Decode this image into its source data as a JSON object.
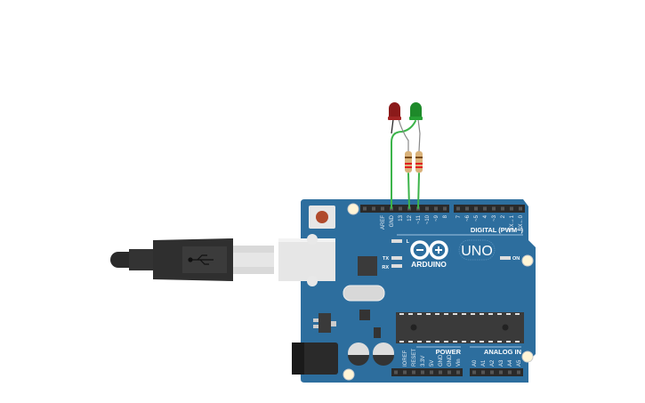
{
  "board": {
    "name": "Arduino Uno",
    "logo_text": "ARDUINO",
    "model_text": "UNO",
    "digital_section": "DIGITAL (PWM~)",
    "power_section": "POWER",
    "analog_section": "ANALOG IN",
    "led_labels": {
      "l": "L",
      "tx": "TX",
      "rx": "RX",
      "on": "ON"
    },
    "digital_pins_left": [
      "AREF",
      "GND",
      "13",
      "12",
      "~11",
      "~10",
      "~9",
      "8"
    ],
    "digital_pins_right": [
      "7",
      "~6",
      "~5",
      "4",
      "~3",
      "2",
      "TX→1",
      "RX←0"
    ],
    "power_pins": [
      "IOREF",
      "RESET",
      "3.3V",
      "5V",
      "GND",
      "GND",
      "Vin"
    ],
    "analog_pins": [
      "A0",
      "A1",
      "A2",
      "A3",
      "A4",
      "A5"
    ],
    "color": "#2d6e9e"
  },
  "components": {
    "leds": [
      {
        "color": "red",
        "hex": "#8b1a1a"
      },
      {
        "color": "green",
        "hex": "#1e8a2a"
      }
    ],
    "resistors": 2,
    "wire_color": "#3cb44a"
  }
}
